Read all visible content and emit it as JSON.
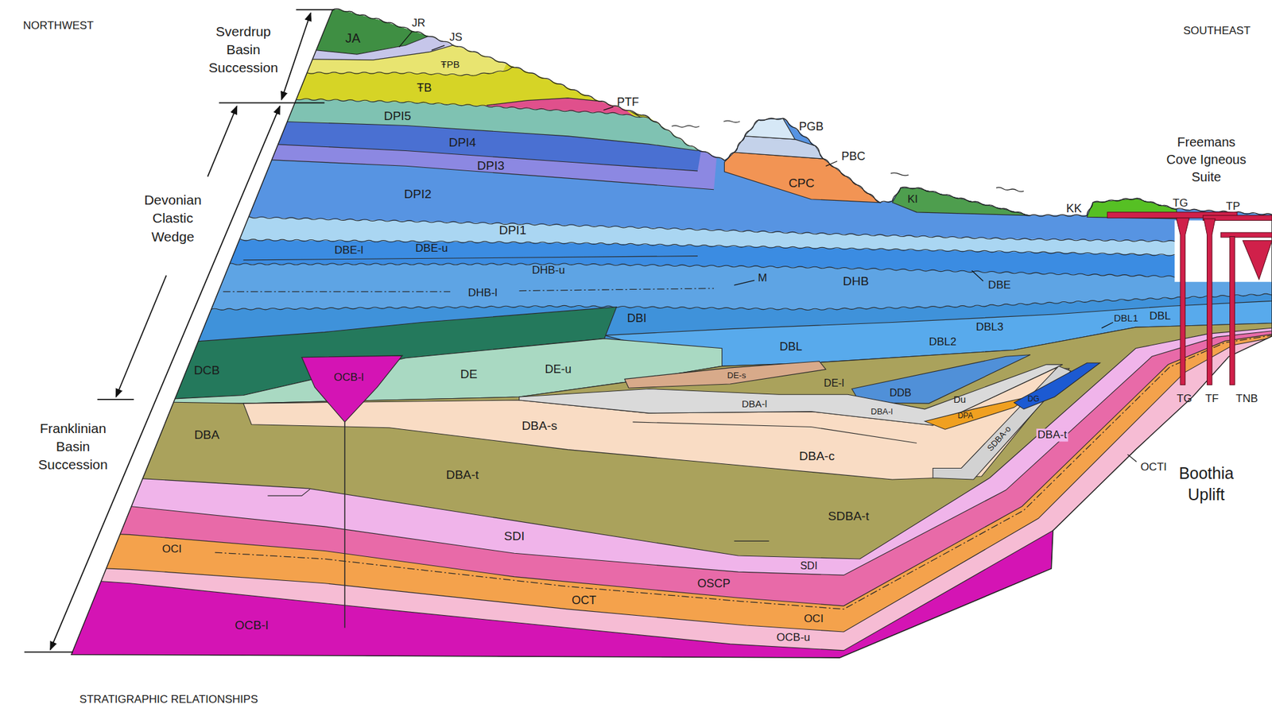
{
  "diagram": {
    "caption": "STRATIGRAPHIC RELATIONSHIPS",
    "labels": [
      "NORTHWEST",
      "SOUTHEAST",
      "Sverdrup Basin Succession",
      "JA",
      "JR",
      "JS",
      "ŦPB",
      "ŦB",
      "PTF",
      "DPI5",
      "DPI4",
      "DPI3",
      "PGB",
      "PBC",
      "CPC",
      "DPI2",
      "KI",
      "Freemans Cove Igneous Suite",
      "KK",
      "TG",
      "TP",
      "DPI1",
      "DBE-l",
      "DBE-u",
      "Devonian Clastic Wedge",
      "DHB-u",
      "M",
      "DHB",
      "DBE",
      "DHB-l",
      "DBI",
      "DBL3",
      "DBL1",
      "DBL",
      "DBL",
      "DBL2",
      "DCB",
      "OCB-l",
      "DE",
      "DE-u",
      "DE-s",
      "DE-l",
      "DDB",
      "Du",
      "DBA-l",
      "DBA-l",
      "DPA",
      "DG",
      "SDBA-o",
      "DBA-s",
      "DBA-t",
      "DBA",
      "TG",
      "TF",
      "TNB",
      "Franklinian Basin Succession",
      "DBA-c",
      "OCTI",
      "Boothia Uplift",
      "DBA-t",
      "SDBA-t",
      "SDI",
      "OCI",
      "SDI",
      "OSCP",
      "OCT",
      "OCI",
      "OCB-l",
      "OCB-u"
    ]
  }
}
